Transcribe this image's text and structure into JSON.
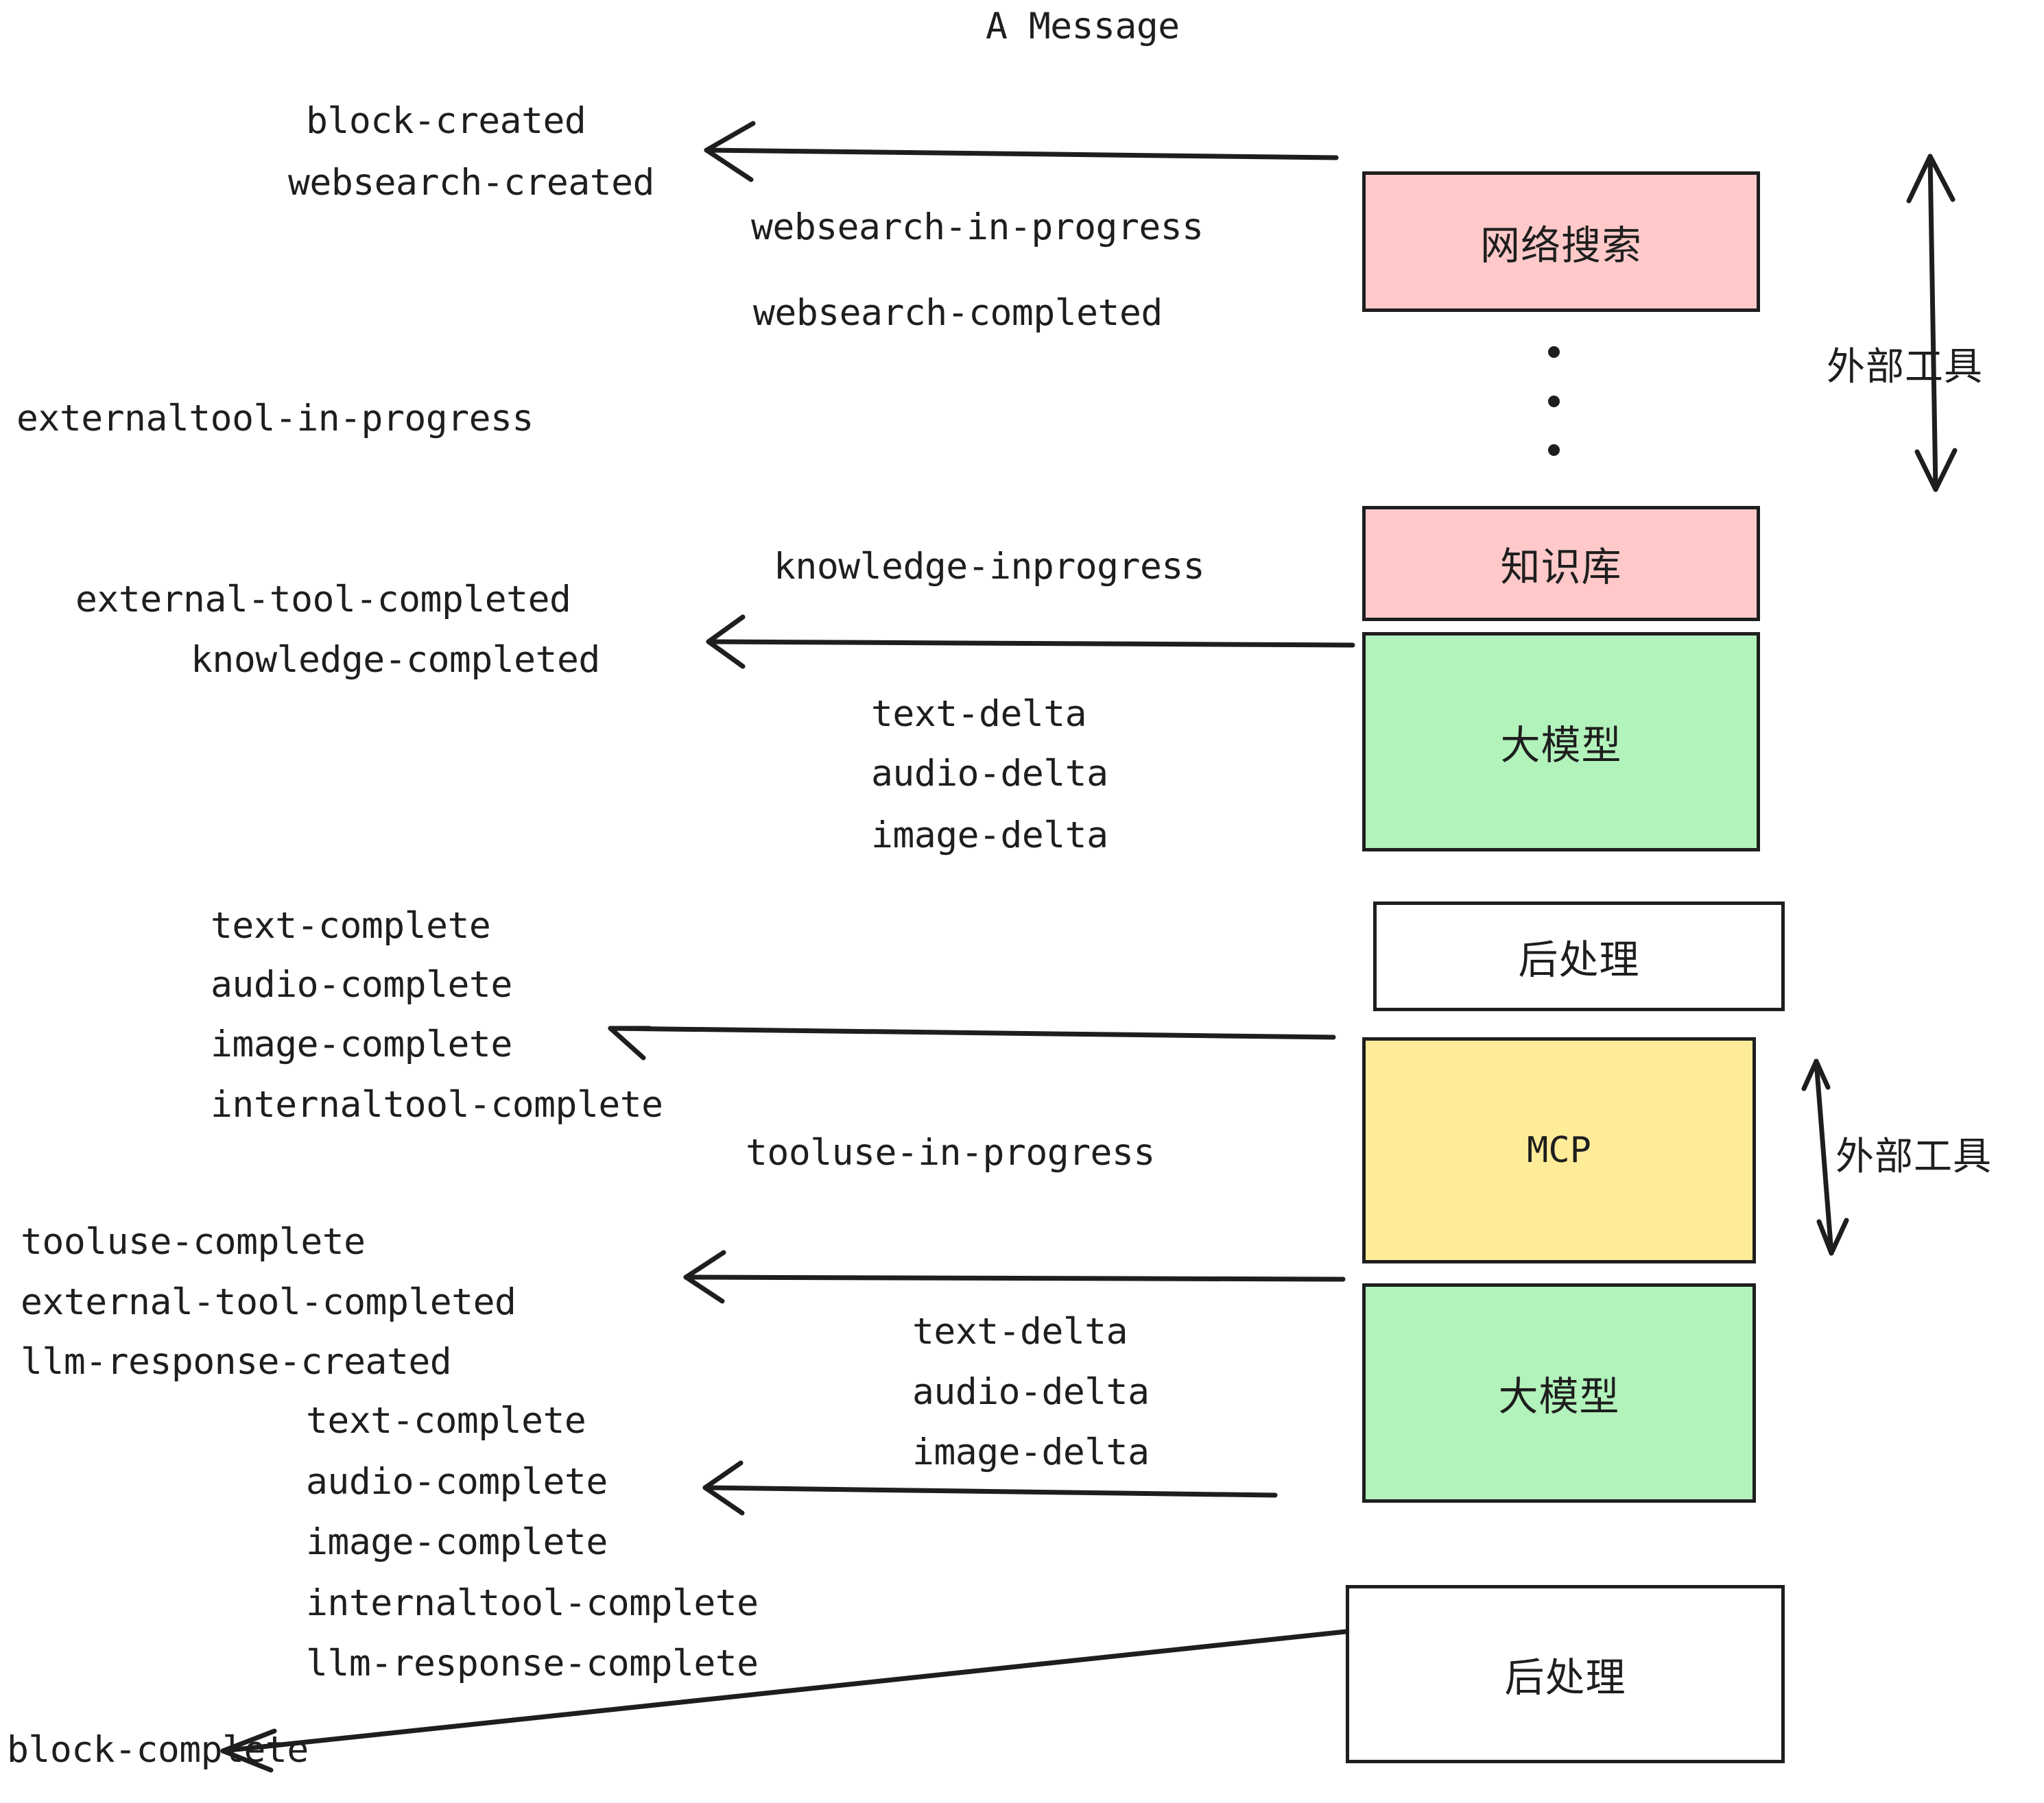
{
  "diagram": {
    "title": "A Message",
    "colors": {
      "stroke": "#1e1e1e",
      "pink": "#ffc9c9",
      "green": "#b2f2bb",
      "yellow": "#ffec99",
      "white": "#ffffff",
      "text": "#1e1e1e"
    },
    "nodes": [
      {
        "label": "网络搜索",
        "fill": "#ffc9c9"
      },
      {
        "label": "知识库",
        "fill": "#ffc9c9"
      },
      {
        "label": "大模型",
        "fill": "#b2f2bb"
      },
      {
        "label": "后处理",
        "fill": "#ffffff"
      },
      {
        "label": "MCP",
        "fill": "#ffec99"
      },
      {
        "label": "大模型",
        "fill": "#b2f2bb"
      },
      {
        "label": "后处理",
        "fill": "#ffffff"
      }
    ],
    "side_labels": [
      {
        "text": "外部工具"
      },
      {
        "text": "外部工具"
      }
    ],
    "events": [
      {
        "text": "block-created"
      },
      {
        "text": "websearch-created"
      },
      {
        "text": "websearch-in-progress"
      },
      {
        "text": "websearch-completed"
      },
      {
        "text": "externaltool-in-progress"
      },
      {
        "text": "knowledge-inprogress"
      },
      {
        "text": "external-tool-completed"
      },
      {
        "text": "knowledge-completed"
      },
      {
        "text": "text-delta"
      },
      {
        "text": "audio-delta"
      },
      {
        "text": "image-delta"
      },
      {
        "text": "text-complete"
      },
      {
        "text": "audio-complete"
      },
      {
        "text": "image-complete"
      },
      {
        "text": "internaltool-complete"
      },
      {
        "text": "tooluse-in-progress"
      },
      {
        "text": "tooluse-complete"
      },
      {
        "text": "external-tool-completed"
      },
      {
        "text": "llm-response-created"
      },
      {
        "text": "text-complete"
      },
      {
        "text": "audio-complete"
      },
      {
        "text": "image-complete"
      },
      {
        "text": "internaltool-complete"
      },
      {
        "text": "llm-response-complete"
      },
      {
        "text": "block-complete"
      },
      {
        "text": "text-delta"
      },
      {
        "text": "audio-delta"
      },
      {
        "text": "image-delta"
      }
    ]
  }
}
